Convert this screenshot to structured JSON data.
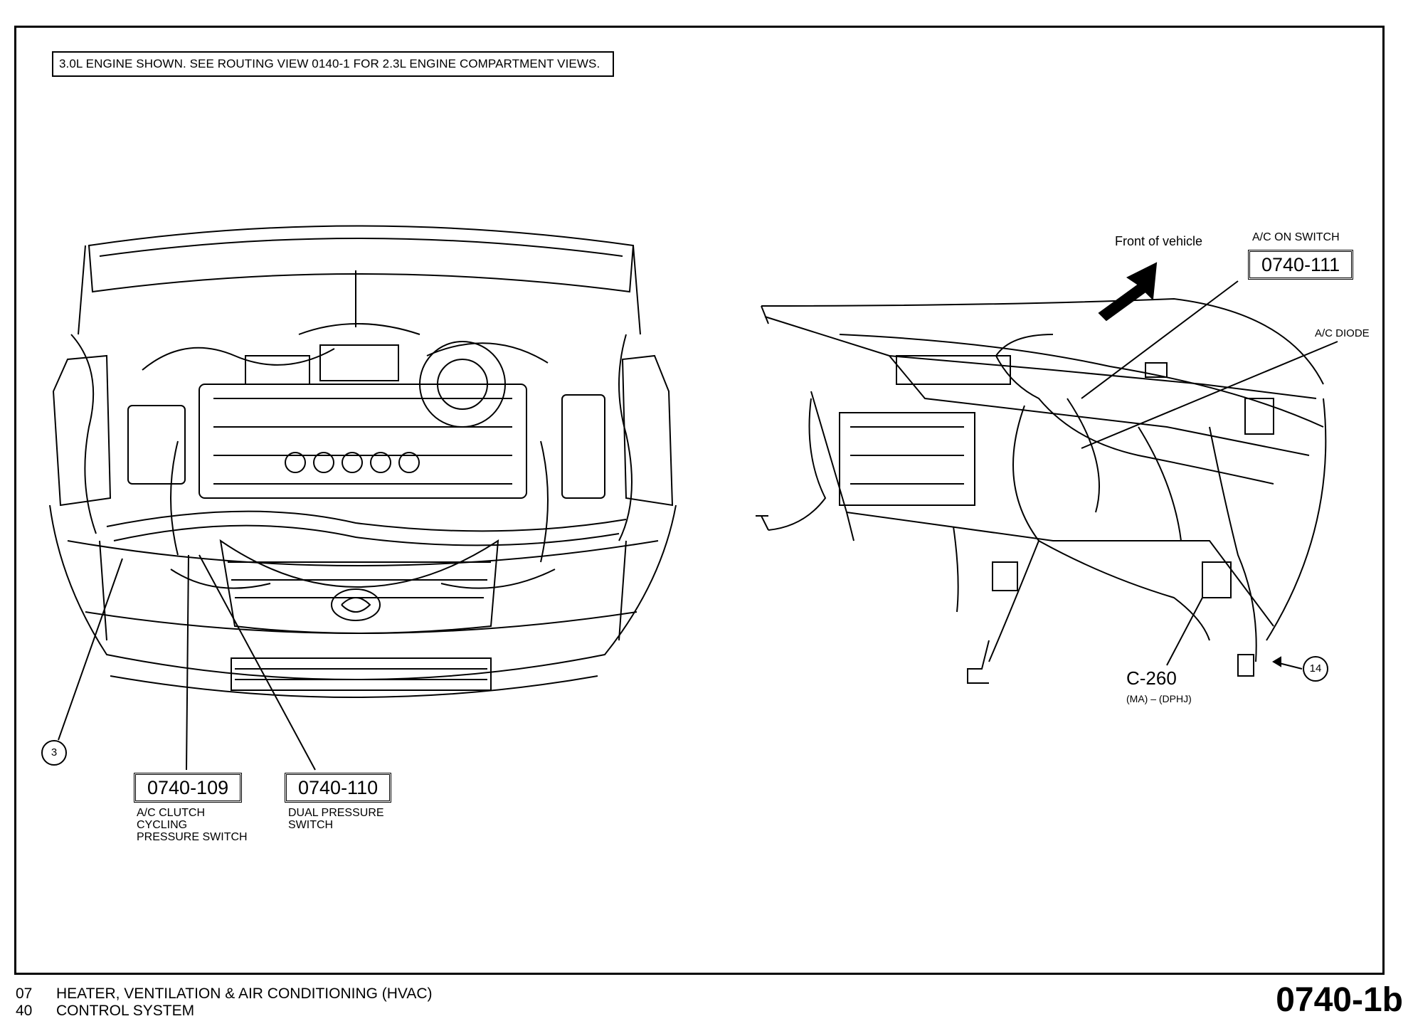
{
  "note": "3.0L ENGINE SHOWN. SEE ROUTING VIEW  0140-1 FOR 2.3L ENGINE COMPARTMENT VIEWS.",
  "left_view": {
    "circle": "3",
    "callouts": [
      {
        "id": "0740-109",
        "label": "A/C CLUTCH\nCYCLING\nPRESSURE SWITCH"
      },
      {
        "id": "0740-110",
        "label": "DUAL PRESSURE\nSWITCH"
      }
    ]
  },
  "right_view": {
    "front_label": "Front of vehicle",
    "ac_on_switch": {
      "label": "A/C ON SWITCH",
      "id": "0740-111"
    },
    "ac_diode": "A/C DIODE",
    "connector": {
      "name": "C-260",
      "sub": "(MA) – (DPHJ)"
    },
    "circle": "14"
  },
  "footer": {
    "section_num": "07",
    "section_title": "HEATER, VENTILATION & AIR CONDITIONING (HVAC)",
    "sub_num": "40",
    "sub_title": "CONTROL SYSTEM",
    "page": "0740-1b"
  }
}
